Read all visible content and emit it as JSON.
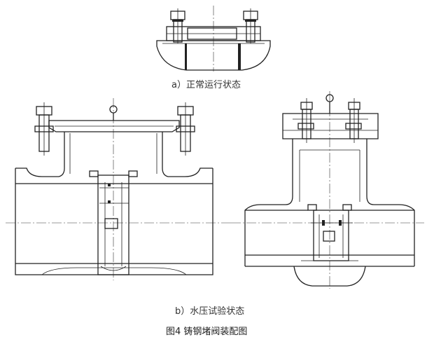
{
  "captions": {
    "sub_a": "a）正常运行状态",
    "sub_b": "b）水压试验状态",
    "figure": "图4 铸钢堵阀装配图"
  }
}
